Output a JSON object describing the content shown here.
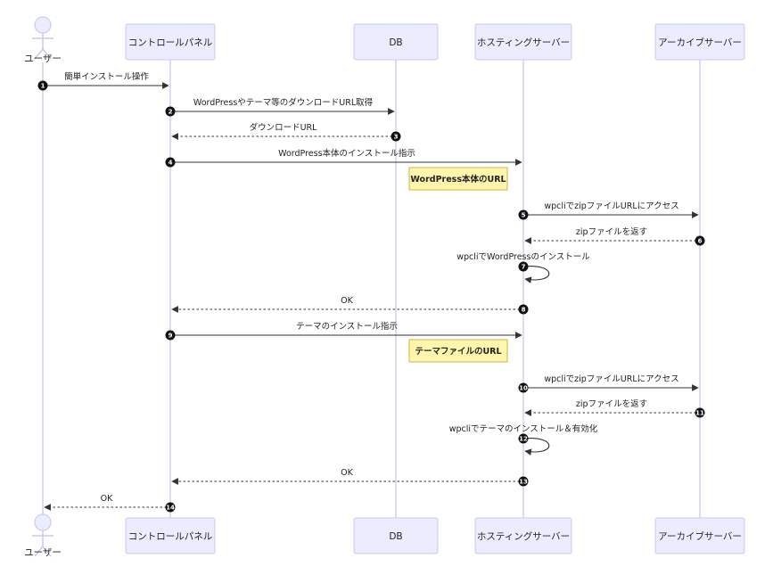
{
  "participants": [
    {
      "id": "user",
      "label": "ユーザー",
      "kind": "actor"
    },
    {
      "id": "cp",
      "label": "コントロールパネル",
      "kind": "box"
    },
    {
      "id": "db",
      "label": "DB",
      "kind": "box"
    },
    {
      "id": "host",
      "label": "ホスティングサーバー",
      "kind": "box"
    },
    {
      "id": "archive",
      "label": "アーカイブサーバー",
      "kind": "box"
    }
  ],
  "messages": [
    {
      "num": "1",
      "from": "user",
      "to": "cp",
      "text": "簡単インストール操作",
      "style": "solid"
    },
    {
      "num": "2",
      "from": "cp",
      "to": "db",
      "text": "WordPressやテーマ等のダウンロードURL取得",
      "style": "solid"
    },
    {
      "num": "3",
      "from": "db",
      "to": "cp",
      "text": "ダウンロードURL",
      "style": "dashed"
    },
    {
      "num": "4",
      "from": "cp",
      "to": "host",
      "text": "WordPress本体のインストール指示",
      "style": "solid",
      "note": "WordPress本体のURL"
    },
    {
      "num": "5",
      "from": "host",
      "to": "archive",
      "text": "wpcliでzipファイルURLにアクセス",
      "style": "solid"
    },
    {
      "num": "6",
      "from": "archive",
      "to": "host",
      "text": "zipファイルを返す",
      "style": "dashed"
    },
    {
      "num": "7",
      "from": "host",
      "to": "host",
      "text": "wpcliでWordPressのインストール",
      "style": "solid"
    },
    {
      "num": "8",
      "from": "host",
      "to": "cp",
      "text": "OK",
      "style": "dashed"
    },
    {
      "num": "9",
      "from": "cp",
      "to": "host",
      "text": "テーマのインストール指示",
      "style": "solid",
      "note": "テーマファイルのURL"
    },
    {
      "num": "10",
      "from": "host",
      "to": "archive",
      "text": "wpcliでzipファイルURLにアクセス",
      "style": "solid"
    },
    {
      "num": "11",
      "from": "archive",
      "to": "host",
      "text": "zipファイルを返す",
      "style": "dashed"
    },
    {
      "num": "12",
      "from": "host",
      "to": "host",
      "text": "wpcliでテーマのインストール＆有効化",
      "style": "solid"
    },
    {
      "num": "13",
      "from": "host",
      "to": "cp",
      "text": "OK",
      "style": "dashed"
    },
    {
      "num": "14",
      "from": "cp",
      "to": "user",
      "text": "OK",
      "style": "dashed"
    }
  ]
}
